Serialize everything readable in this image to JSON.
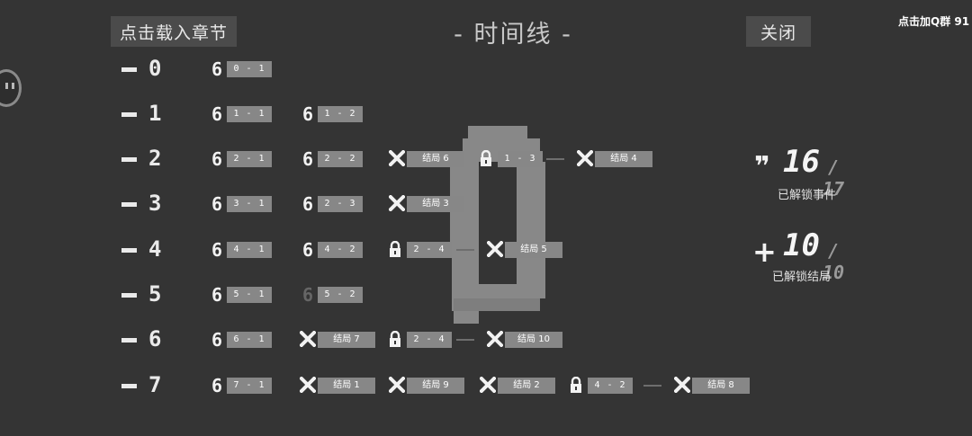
{
  "header": {
    "load_button": "点击载入章节",
    "title": "- 时间线 -",
    "close_button": "关闭",
    "qq_text": "点击加Q群  91"
  },
  "background_digit": "0",
  "chapters": [
    {
      "label": "0",
      "nodes": [
        {
          "icon": "six",
          "text": "0 - 1"
        }
      ]
    },
    {
      "label": "1",
      "nodes": [
        {
          "icon": "six",
          "text": "1 - 1"
        },
        {
          "icon": "six",
          "text": "1 - 2"
        }
      ]
    },
    {
      "label": "2",
      "nodes": [
        {
          "icon": "six",
          "text": "2 - 1"
        },
        {
          "icon": "six",
          "text": "2 - 2"
        },
        {
          "icon": "cross",
          "text": "结局 6"
        },
        {
          "icon": "lock",
          "text": "1 - 3"
        },
        {
          "icon": "cross",
          "text": "结局 4",
          "connected": true
        }
      ]
    },
    {
      "label": "3",
      "nodes": [
        {
          "icon": "six",
          "text": "3 - 1"
        },
        {
          "icon": "six",
          "text": "2 - 3"
        },
        {
          "icon": "cross",
          "text": "结局 3"
        }
      ]
    },
    {
      "label": "4",
      "nodes": [
        {
          "icon": "six",
          "text": "4 - 1"
        },
        {
          "icon": "six",
          "text": "4 - 2"
        },
        {
          "icon": "lock",
          "text": "2 - 4"
        },
        {
          "icon": "cross",
          "text": "结局 5",
          "connected": true
        }
      ]
    },
    {
      "label": "5",
      "nodes": [
        {
          "icon": "six",
          "text": "5 - 1"
        },
        {
          "icon": "six-dim",
          "text": "5 - 2"
        }
      ]
    },
    {
      "label": "6",
      "nodes": [
        {
          "icon": "six",
          "text": "6 - 1"
        },
        {
          "icon": "cross",
          "text": "结局 7"
        },
        {
          "icon": "lock",
          "text": "2 - 4"
        },
        {
          "icon": "cross",
          "text": "结局 10",
          "connected": true
        }
      ]
    },
    {
      "label": "7",
      "nodes": [
        {
          "icon": "six",
          "text": "7 - 1"
        },
        {
          "icon": "cross",
          "text": "结局 1"
        },
        {
          "icon": "cross",
          "text": "结局 9"
        },
        {
          "icon": "cross",
          "text": "结局 2"
        },
        {
          "icon": "lock",
          "text": "4 - 2"
        },
        {
          "icon": "cross",
          "text": "结局 8",
          "connected": true
        }
      ]
    }
  ],
  "stats": {
    "events": {
      "glyph": "❞",
      "count": "16",
      "total": "/ 17",
      "caption": "已解锁事件"
    },
    "endings": {
      "glyph": "+",
      "count": "10",
      "total": "/ 10",
      "caption": "已解锁结局"
    }
  },
  "colors": {
    "background": "#343434",
    "tag": "#878787",
    "button": "#4b4b4b",
    "big_digit": "#888888"
  }
}
